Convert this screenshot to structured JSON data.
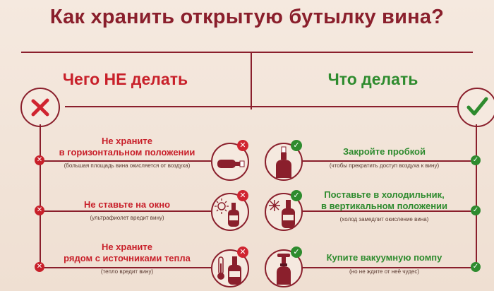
{
  "title": "Как хранить открытую бутылку вина?",
  "dont": {
    "header": "Чего НЕ делать",
    "items": [
      {
        "title": "Не храните\nв горизонтальном положении",
        "note": "(большая площадь вина окисляется от воздуха)"
      },
      {
        "title": "Не ставьте на окно",
        "note": "(ультрафиолет вредит вину)"
      },
      {
        "title": "Не храните\nрядом с источниками тепла",
        "note": "(тепло вредит вину)"
      }
    ]
  },
  "do": {
    "header": "Что делать",
    "items": [
      {
        "title": "Закройте пробкой",
        "note": "(чтобы прекратить доступ воздуха к вину)"
      },
      {
        "title": "Поставьте в холодильник,\nв вертикальном положении",
        "note": "(холод замедлит окисление вина)"
      },
      {
        "title": "Купите вакуумную помпу",
        "note": "(но не ждите от неё чудес)"
      }
    ]
  },
  "icons": {
    "cross": "cross-icon",
    "check": "check-icon",
    "bottle_lying": "bottle-horizontal-icon",
    "bottle_sun": "bottle-sun-icon",
    "bottle_heat": "bottle-thermometer-icon",
    "bottle_cork": "bottle-cork-icon",
    "bottle_fridge": "bottle-snowflake-icon",
    "bottle_pump": "bottle-vacuum-pump-icon"
  },
  "colors": {
    "wine": "#8a1f2c",
    "red": "#c8202a",
    "green": "#2e8b2e",
    "bg": "#f3e6db"
  }
}
